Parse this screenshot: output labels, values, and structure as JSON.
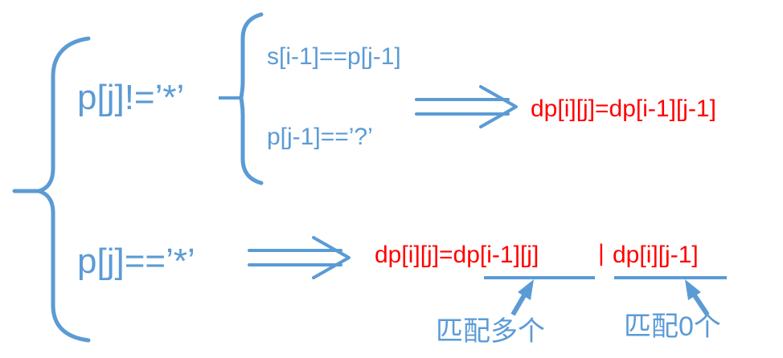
{
  "colors": {
    "bracket": "#5b9bd5",
    "text": "#5b9bd5",
    "result": "#ff0000",
    "background": "#ffffff"
  },
  "branch_not_star": {
    "condition": "p[j]!=’*’",
    "sub_conditions": [
      "s[i-1]==p[j-1]",
      "p[j-1]==’?’"
    ],
    "result": "dp[i][j]=dp[i-1][j-1]"
  },
  "branch_star": {
    "condition": "p[j]==’*’",
    "result_left": "dp[i][j]=dp[i-1][j]",
    "result_sep": "|",
    "result_right": "dp[i][j-1]",
    "note_left": "匹配多个",
    "note_right": "匹配0个"
  }
}
